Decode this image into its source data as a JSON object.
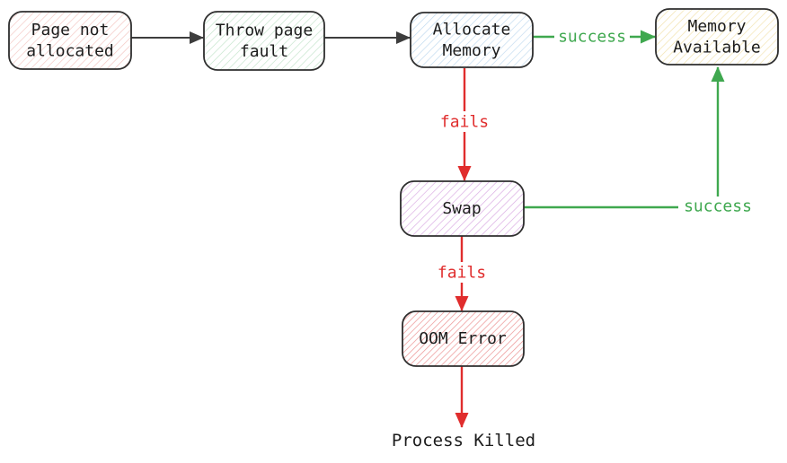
{
  "diagram": {
    "type": "flowchart",
    "colors": {
      "background": "#ffffff",
      "node_border": "#2e2e2e",
      "node_text": "#1c1c1c",
      "edge_default": "#3d3d3d",
      "edge_fail": "#e02d2d",
      "edge_success": "#3fa84f",
      "hatch_pink": "#f3c3bf",
      "hatch_green": "#bfe3c8",
      "hatch_blue": "#bed9ef",
      "hatch_yellow": "#f2e2ac",
      "hatch_purple": "#d9a9e2",
      "hatch_red": "#ec9393"
    },
    "nodes": {
      "page_not_allocated": {
        "line1": "Page not",
        "line2": "allocated"
      },
      "throw_page_fault": {
        "line1": "Throw page",
        "line2": "fault"
      },
      "allocate_memory": {
        "line1": "Allocate",
        "line2": "Memory"
      },
      "memory_available": {
        "line1": "Memory",
        "line2": "Available"
      },
      "swap": {
        "line1": "Swap"
      },
      "oom_error": {
        "line1": "OOM Error"
      }
    },
    "edge_list": [
      {
        "from": "page_not_allocated",
        "to": "throw_page_fault",
        "label": "",
        "color": "default"
      },
      {
        "from": "throw_page_fault",
        "to": "allocate_memory",
        "label": "",
        "color": "default"
      },
      {
        "from": "allocate_memory",
        "to": "memory_available",
        "label": "success",
        "color": "success"
      },
      {
        "from": "allocate_memory",
        "to": "swap",
        "label": "fails",
        "color": "fail"
      },
      {
        "from": "swap",
        "to": "memory_available",
        "label": "success",
        "color": "success"
      },
      {
        "from": "swap",
        "to": "oom_error",
        "label": "fails",
        "color": "fail"
      },
      {
        "from": "oom_error",
        "to": "process_killed",
        "label": "",
        "color": "fail"
      }
    ],
    "terminal": {
      "label": "Process Killed"
    }
  }
}
